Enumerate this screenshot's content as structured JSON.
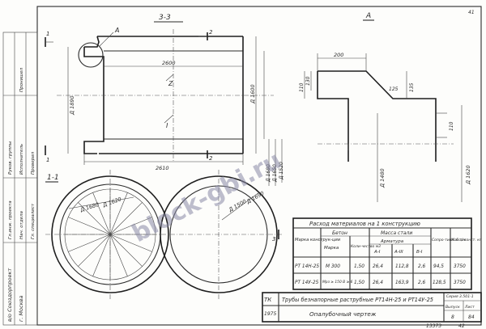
{
  "sheet": {
    "page_number": "41",
    "footer_number": "13373",
    "footer_page": "42"
  },
  "section_33": {
    "title": "3-3",
    "callout": "А",
    "cut_label": "2",
    "dim_length_inner": "2600",
    "dim_length_total": "2610",
    "dim_d_outer": "Д 1890",
    "dim_d_inner": "Д 1600",
    "dim_d_socket1": "Д 1680",
    "dim_d_socket2": "Д 1650",
    "dim_d_socket3": "Д 1520",
    "axis_1": "1",
    "axis_z": "Z",
    "axis_i": "I"
  },
  "detail_a": {
    "title": "А",
    "dim_200": "200",
    "dim_110": "110",
    "dim_125": "125",
    "dim_135": "135",
    "dim_130": "130",
    "dim_d_1480": "Д 1480",
    "dim_d_1620": "Д 1620"
  },
  "section_11": {
    "title": "1-1",
    "labels": [
      "Д 1680",
      "Д 1620",
      "Д 1500",
      "Д 1690"
    ],
    "axis_3": "3"
  },
  "table": {
    "title": "Расход материалов на 1 конструкцию",
    "h_mark": "Марка конструк-ции",
    "h_concrete": "Бетон",
    "h_concrete_mark": "Марка",
    "h_concrete_vol": "Коли-чество м3",
    "h_steel": "Масса стали",
    "h_armature": "Арматура",
    "h_a1": "А-I",
    "h_a3": "А-III",
    "h_v1": "В-I",
    "h_steel_per": "Сопро-тивл. 6 т/м",
    "h_mass": "Масса конст. кг",
    "rows": [
      {
        "mark": "РТ 14Н-25",
        "concrete": "М 300",
        "vol": "1,50",
        "a1": "26,4",
        "a3": "112,8",
        "v1": "2,6",
        "per": "94,5",
        "mass": "3750"
      },
      {
        "mark": "РТ 14У-25",
        "concrete": "Мрз ≥ 150 В ≥ 6",
        "vol": "1,50",
        "a1": "26,4",
        "a3": "163,9",
        "v1": "2,6",
        "per": "128,5",
        "mass": "3750"
      }
    ]
  },
  "stamp": {
    "code": "ТК",
    "year": "1975",
    "title": "Трубы безнапорные раструбные РТ14Н-25 и РТ14У-25",
    "subtitle": "Опалубочный чертеж",
    "series_label": "Серия",
    "series_value": "3.501-1",
    "issue_label": "Выпуск",
    "issue_value": "8",
    "sheet_label": "Лист",
    "sheet_value": "84"
  },
  "side_block": {
    "org": "в/о Союздорпроект",
    "city": "г. Москва",
    "names": [
      "Гл.инж. проекта",
      "Нач. отдела",
      "Гл. специалист",
      "Руков. группы",
      "Исполнитель",
      "Проверил"
    ],
    "sign": "Пронишел"
  },
  "watermark": "block-gbi.ru"
}
